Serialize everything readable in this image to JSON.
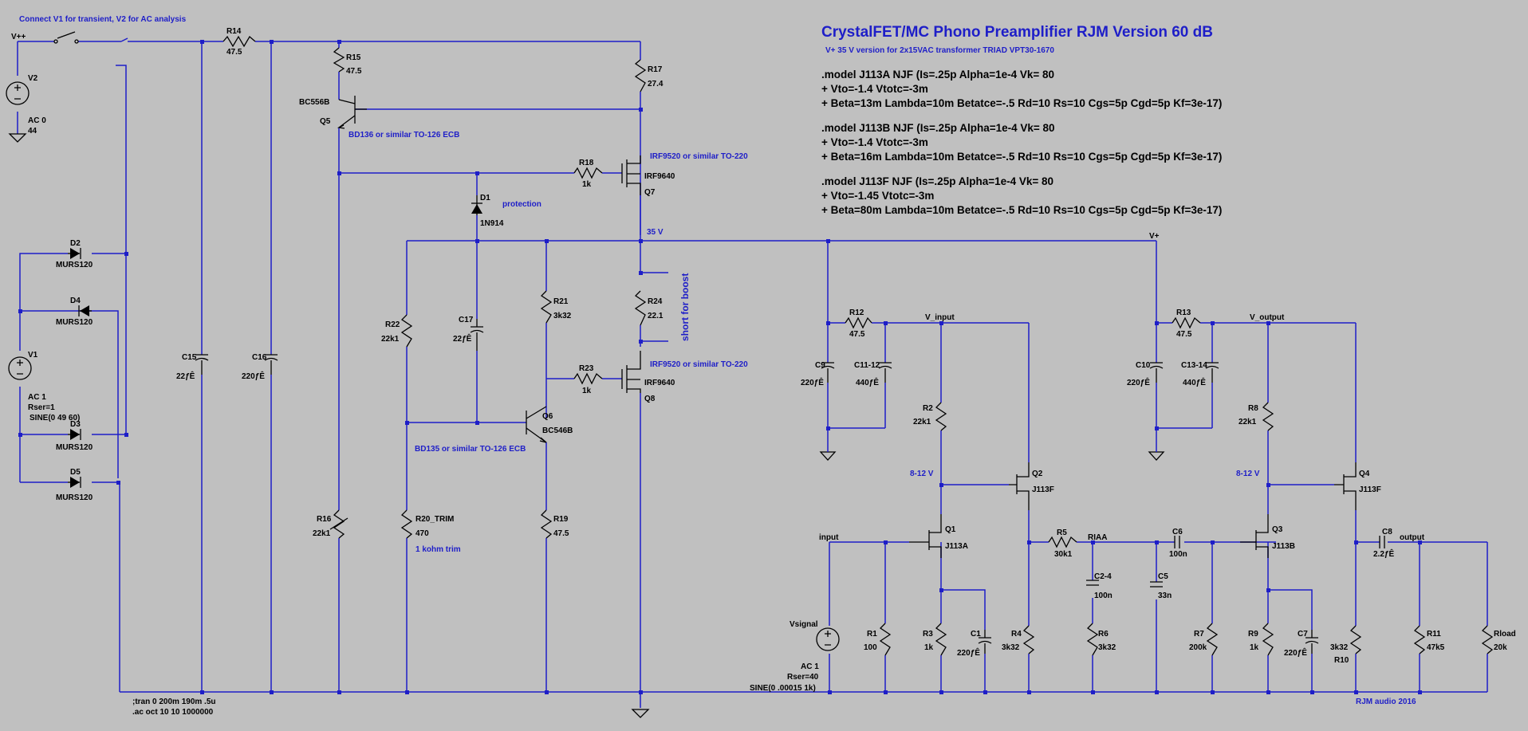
{
  "title": "CrystalFET/MC Phono Preamplifier RJM Version 60 dB",
  "subtitle": "V+ 35 V version for 2x15VAC transformer TRIAD VPT30-1670",
  "models": [
    ".model J113A NJF (Is=.25p Alpha=1e-4 Vk= 80",
    "+ Vto=-1.4 Vtotc=-3m",
    "+ Beta=13m Lambda=10m Betatce=-.5 Rd=10 Rs=10 Cgs=5p Cgd=5p Kf=3e-17)",
    ".model J113B NJF (Is=.25p Alpha=1e-4 Vk= 80",
    "+ Vto=-1.4 Vtotc=-3m",
    "+ Beta=16m Lambda=10m Betatce=-.5 Rd=10 Rs=10 Cgs=5p Cgd=5p Kf=3e-17)",
    ".model J113F NJF (Is=.25p Alpha=1e-4 Vk= 80",
    "+ Vto=-1.45 Vtotc=-3m",
    "+ Beta=80m Lambda=10m Betatce=-.5 Rd=10 Rs=10 Cgs=5p Cgd=5p Kf=3e-17)"
  ],
  "comments": {
    "connect": "Connect V1 for transient, V2 for AC analysis",
    "bd136": "BD136 or similar TO-126 ECB",
    "irf_top": "IRF9520 or similar TO-220",
    "irf_bot": "IRF9520 or similar TO-220",
    "protection": "protection",
    "boost": "short for boost",
    "bd135": "BD135 or similar TO-126 ECB",
    "trim": "1 kohm trim",
    "credit": "RJM audio 2016"
  },
  "directives": [
    ";tran 0 200m 190m .5u",
    ".ac oct 10 10 1000000"
  ],
  "nets": {
    "vpp": "V++",
    "v35": "35 V",
    "vplus": "V+",
    "vin": "V_input",
    "vout": "V_output",
    "bias1": "8-12 V",
    "bias2": "8-12 V",
    "input": "input",
    "riaa": "RIAA",
    "output": "output"
  },
  "components": {
    "V2": {
      "name": "V2",
      "l1": "AC 0",
      "l2": "44"
    },
    "V1": {
      "name": "V1",
      "l1": "AC 1",
      "l2": "Rser=1",
      "l3": "SINE(0 49 60)"
    },
    "Vsig": {
      "name": "Vsignal",
      "l1": "AC 1",
      "l2": "Rser=40",
      "l3": "SINE(0 .00015 1k)"
    },
    "D2": {
      "name": "D2",
      "value": "MURS120"
    },
    "D4": {
      "name": "D4",
      "value": "MURS120"
    },
    "D3": {
      "name": "D3",
      "value": "MURS120"
    },
    "D5": {
      "name": "D5",
      "value": "MURS120"
    },
    "D1": {
      "name": "D1",
      "value": "1N914"
    },
    "R14": {
      "name": "R14",
      "value": "47.5"
    },
    "R15": {
      "name": "R15",
      "value": "47.5"
    },
    "R17": {
      "name": "R17",
      "value": "27.4"
    },
    "R18": {
      "name": "R18",
      "value": "1k"
    },
    "R21": {
      "name": "R21",
      "value": "3k32"
    },
    "R22": {
      "name": "R22",
      "value": "22k1"
    },
    "R23": {
      "name": "R23",
      "value": "1k"
    },
    "R24": {
      "name": "R24",
      "value": "22.1"
    },
    "R16": {
      "name": "R16",
      "value": "22k1"
    },
    "R20": {
      "name": "R20_TRIM",
      "value": "470"
    },
    "R19": {
      "name": "R19",
      "value": "47.5"
    },
    "R12": {
      "name": "R12",
      "value": "47.5"
    },
    "R13": {
      "name": "R13",
      "value": "47.5"
    },
    "R2": {
      "name": "R2",
      "value": "22k1"
    },
    "R8": {
      "name": "R8",
      "value": "22k1"
    },
    "R1": {
      "name": "R1",
      "value": "100"
    },
    "R3": {
      "name": "R3",
      "value": "1k"
    },
    "R4": {
      "name": "R4",
      "value": "3k32"
    },
    "R5": {
      "name": "R5",
      "value": "30k1"
    },
    "R6": {
      "name": "R6",
      "value": "3k32"
    },
    "R7": {
      "name": "R7",
      "value": "200k"
    },
    "R9": {
      "name": "R9",
      "value": "1k"
    },
    "R10": {
      "name": "R10",
      "value": "3k32"
    },
    "R11": {
      "name": "R11",
      "value": "47k5"
    },
    "Rload": {
      "name": "Rload",
      "value": "20k"
    },
    "C15": {
      "name": "C15",
      "value": "22ƒÊ"
    },
    "C16": {
      "name": "C16",
      "value": "220ƒÊ"
    },
    "C17": {
      "name": "C17",
      "value": "22ƒÊ"
    },
    "C9": {
      "name": "C9",
      "value": "220ƒÊ"
    },
    "C1112": {
      "name": "C11-12",
      "value": "440ƒÊ"
    },
    "C10": {
      "name": "C10",
      "value": "220ƒÊ"
    },
    "C1314": {
      "name": "C13-14",
      "value": "440ƒÊ"
    },
    "C1": {
      "name": "C1",
      "value": "220ƒÊ"
    },
    "C7": {
      "name": "C7",
      "value": "220ƒÊ"
    },
    "C24": {
      "name": "C2-4",
      "value": "100n"
    },
    "C5": {
      "name": "C5",
      "value": "33n"
    },
    "C6": {
      "name": "C6",
      "value": "100n"
    },
    "C8": {
      "name": "C8",
      "value": "2.2ƒÊ"
    },
    "Q5": {
      "name": "Q5",
      "value": "BC556B"
    },
    "Q6": {
      "name": "Q6",
      "value": "BC546B"
    },
    "Q7": {
      "name": "Q7",
      "value": "IRF9640"
    },
    "Q8": {
      "name": "Q8",
      "value": "IRF9640"
    },
    "Q1": {
      "name": "Q1",
      "value": "J113A"
    },
    "Q2": {
      "name": "Q2",
      "value": "J113F"
    },
    "Q3": {
      "name": "Q3",
      "value": "J113B"
    },
    "Q4": {
      "name": "Q4",
      "value": "J113F"
    }
  },
  "colors": {
    "background": "#c0c0c0",
    "wire": "#1e1ec8",
    "part": "#000000"
  }
}
